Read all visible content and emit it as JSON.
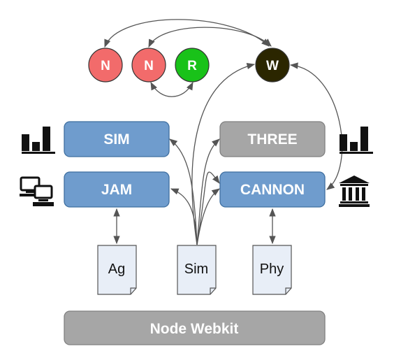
{
  "nodes": {
    "n1": {
      "label": "N",
      "color": "#f26b6b"
    },
    "n2": {
      "label": "N",
      "color": "#f26b6b"
    },
    "r": {
      "label": "R",
      "color": "#19c219"
    },
    "w": {
      "label": "W",
      "color": "#2b2600"
    }
  },
  "boxes": {
    "sim": {
      "label": "SIM",
      "color": "#6f9ccd"
    },
    "jam": {
      "label": "JAM",
      "color": "#6f9ccd"
    },
    "three": {
      "label": "THREE",
      "color": "#a6a6a6"
    },
    "cannon": {
      "label": "CANNON",
      "color": "#6f9ccd"
    },
    "webkit": {
      "label": "Node Webkit",
      "color": "#a6a6a6"
    }
  },
  "documents": {
    "ag": {
      "label": "Ag"
    },
    "sim": {
      "label": "Sim"
    },
    "phy": {
      "label": "Phy"
    }
  },
  "icons": {
    "left_top": "bar-chart-icon",
    "left_bottom": "computer-network-icon",
    "right_top": "bar-chart-icon",
    "right_bottom": "bank-icon"
  }
}
